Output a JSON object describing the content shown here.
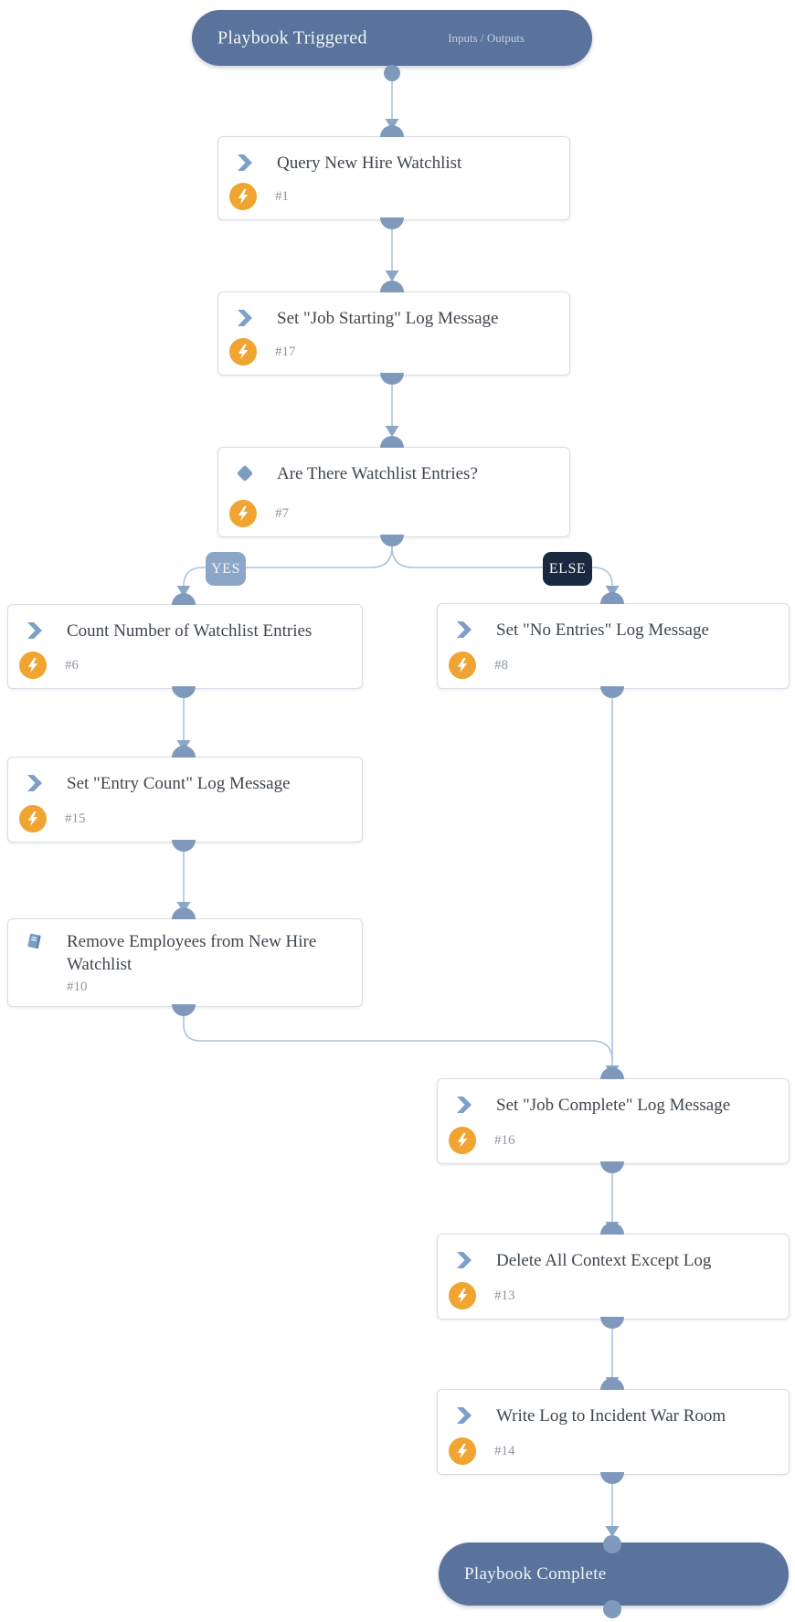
{
  "app": {
    "name": "playbook-editor-canvas"
  },
  "start_block": {
    "title": "Playbook Triggered",
    "io_label": "Inputs / Outputs"
  },
  "end_block": {
    "title": "Playbook Complete"
  },
  "branches": {
    "yes_label": "YES",
    "else_label": "ELSE"
  },
  "nodes": [
    {
      "title": "Query New Hire Watchlist",
      "id": "#1",
      "icon": "chevron-right-icon",
      "type": "action"
    },
    {
      "title": "Set \"Job Starting\" Log Message",
      "id": "#17",
      "icon": "chevron-right-icon",
      "type": "action"
    },
    {
      "title": "Are There Watchlist Entries?",
      "id": "#7",
      "icon": "diamond-icon",
      "type": "decision"
    },
    {
      "title": "Count Number of Watchlist Entries",
      "id": "#6",
      "icon": "chevron-right-icon",
      "type": "action"
    },
    {
      "title": "Set \"No Entries\" Log Message",
      "id": "#8",
      "icon": "chevron-right-icon",
      "type": "action"
    },
    {
      "title": "Set \"Entry Count\" Log Message",
      "id": "#15",
      "icon": "chevron-right-icon",
      "type": "action"
    },
    {
      "title": "Remove Employees from New Hire Watchlist",
      "id": "#10",
      "icon": "book-icon",
      "type": "playbook"
    },
    {
      "title": "Set \"Job Complete\" Log Message",
      "id": "#16",
      "icon": "chevron-right-icon",
      "type": "action"
    },
    {
      "title": "Delete All Context Except Log",
      "id": "#13",
      "icon": "chevron-right-icon",
      "type": "action"
    },
    {
      "title": "Write Log to Incident War Room",
      "id": "#14",
      "icon": "chevron-right-icon",
      "type": "action"
    }
  ],
  "colors": {
    "pill_bg": "#5a739c",
    "card_border": "#d9dde3",
    "title_text": "#3f464e",
    "id_text": "#8e969e",
    "wire": "#abc3db",
    "arrowhead": "#8aa7c7",
    "port": "#7e99bb",
    "yes_badge_bg": "#8ba6c7",
    "else_badge_bg": "#1b2940",
    "action_icon": "#7da0c9",
    "bolt_badge_bg": "#f0a431"
  }
}
